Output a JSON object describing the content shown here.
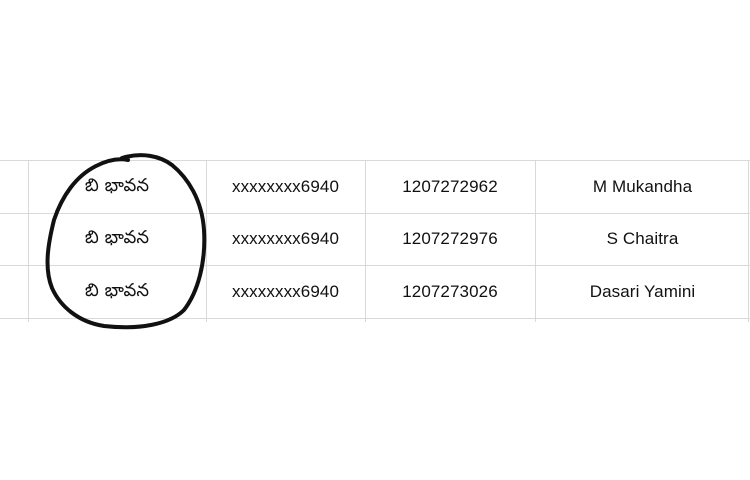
{
  "table": {
    "rows": [
      {
        "col1": "బి భావన",
        "col2": "xxxxxxxx6940",
        "col3": "1207272962",
        "col4": "M Mukandha"
      },
      {
        "col1": "బి భావన",
        "col2": "xxxxxxxx6940",
        "col3": "1207272976",
        "col4": "S Chaitra"
      },
      {
        "col1": "బి భావన",
        "col2": "xxxxxxxx6940",
        "col3": "1207273026",
        "col4": "Dasari Yamini"
      }
    ]
  },
  "annotation": {
    "stroke_color": "#111111"
  },
  "colors": {
    "grid": "#d9d9d9",
    "background": "#ffffff",
    "text": "#111111"
  }
}
